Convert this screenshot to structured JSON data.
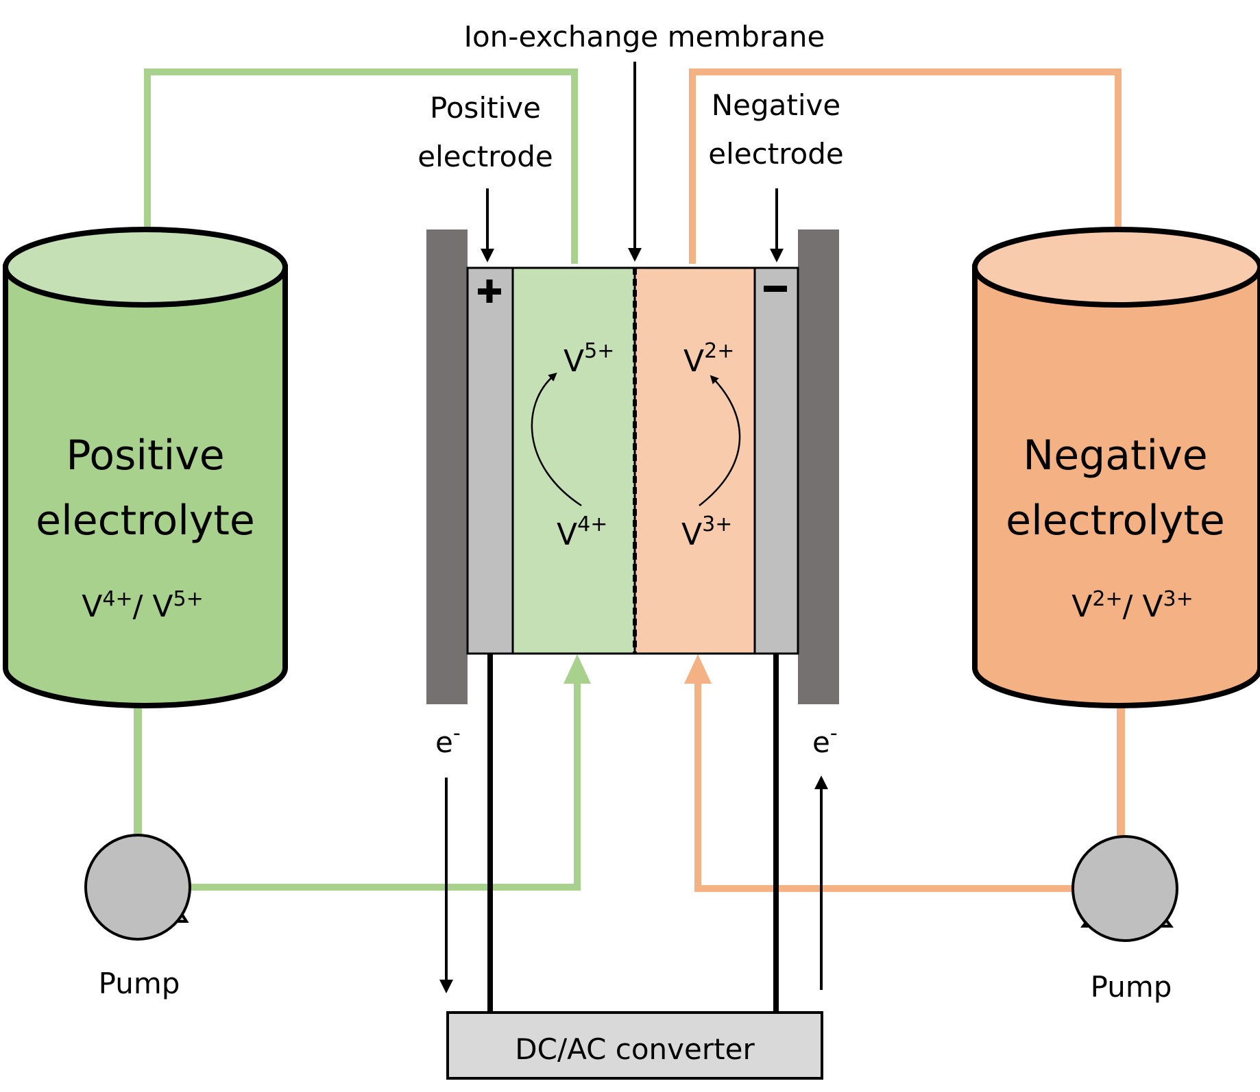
{
  "colors": {
    "positive_fill": "#a9d18e",
    "positive_light": "#c5e0b4",
    "negative_fill": "#f4b183",
    "negative_light": "#f8cbad",
    "electrode_gray": "#bfbfbf",
    "plate_gray": "#767171",
    "pump_gray": "#bfbfbf",
    "converter_fill": "#d9d9d9"
  },
  "labels": {
    "membrane": "Ion-exchange membrane",
    "positive_electrode_line1": "Positive",
    "positive_electrode_line2": "electrode",
    "negative_electrode_line1": "Negative",
    "negative_electrode_line2": "electrode",
    "plus_sign": "+",
    "minus_sign": "−",
    "electron": "e",
    "electron_sup": "-",
    "pump_left": "Pump",
    "pump_right": "Pump",
    "converter": "DC/AC converter"
  },
  "tanks": {
    "positive": {
      "line1": "Positive",
      "line2": "electrolyte",
      "ion1": "V",
      "ion1_sup": "4+",
      "separator": "/ ",
      "ion2": "V",
      "ion2_sup": "5+"
    },
    "negative": {
      "line1": "Negative",
      "line2": "electrolyte",
      "ion1": "V",
      "ion1_sup": "2+",
      "separator": "/ ",
      "ion2": "V",
      "ion2_sup": "3+"
    }
  },
  "cell_ions": {
    "positive_top": {
      "base": "V",
      "sup": "5+"
    },
    "positive_bottom": {
      "base": "V",
      "sup": "4+"
    },
    "negative_top": {
      "base": "V",
      "sup": "2+"
    },
    "negative_bottom": {
      "base": "V",
      "sup": "3+"
    }
  }
}
